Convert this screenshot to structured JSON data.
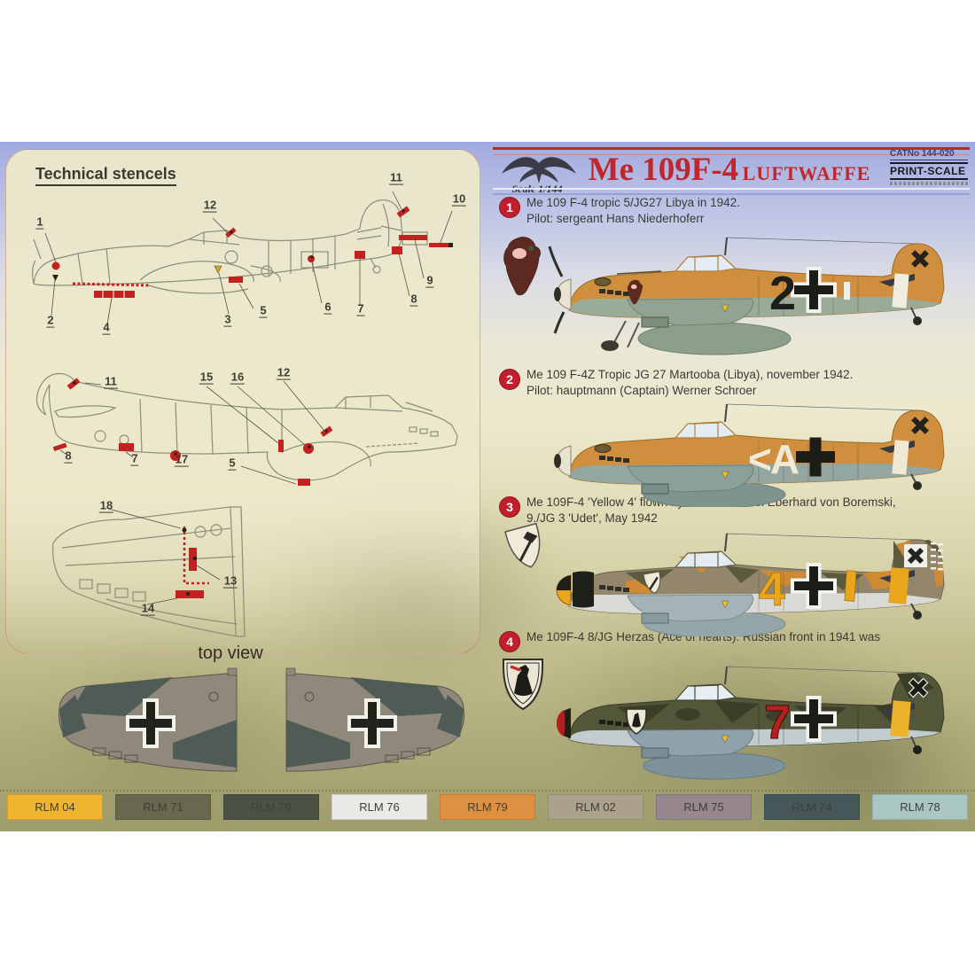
{
  "header": {
    "title": "Me 109F-4",
    "subtitle": "LUFTWAFFE",
    "scale_label": "Scale 1/144",
    "cat_no": "CATNo 144-020",
    "brand": "PRINT-SCALE",
    "title_color": "#C0262C"
  },
  "stencils": {
    "title": "Technical stencels",
    "top_view_label": "top view",
    "view1": {
      "callouts": [
        "1",
        "2",
        "3",
        "4",
        "5",
        "6",
        "7",
        "8",
        "9",
        "10",
        "11",
        "12"
      ]
    },
    "view2": {
      "callouts": [
        "5",
        "7",
        "8",
        "11",
        "12",
        "15",
        "16",
        "17"
      ]
    },
    "view3": {
      "callouts": [
        "13",
        "14",
        "18"
      ]
    }
  },
  "entries": [
    {
      "num": "1",
      "line1": "Me 109 F-4 tropic 5/JG27 Libya in 1942.",
      "line2": "Pilot: sergeant Hans Niederhoferr"
    },
    {
      "num": "2",
      "line1": "Me 109 F-4Z Tropic JG 27 Martooba (Libya), november 1942.",
      "line2": "Pilot: hauptmann (Captain) Werner Schroer"
    },
    {
      "num": "3",
      "line1": "Me 109F-4 'Yellow 4' flown by Oberfeldwebel Eberhard von Boremski,",
      "line2": "9./JG 3 'Udet', May 1942"
    },
    {
      "num": "4",
      "line1": "Me 109F-4 8/JG Herzas (Ace of hearts). Russian front in 1941 was",
      "line2": ""
    }
  ],
  "aircraft": [
    {
      "code": "2",
      "code_color": "#1D1D1B",
      "upper": "#CF8F3E",
      "under": "#9AAB98",
      "band": "#EFECE0"
    },
    {
      "code": "<A",
      "code_color": "#EFE9D6",
      "upper": "#CF8F3E",
      "under": "#93A6A1",
      "band": "#EFE8D4"
    },
    {
      "code": "4",
      "code_color": "#E9A61C",
      "upper": "#93866A",
      "under": "#D9D9D5",
      "band": "#E9A61C"
    },
    {
      "code": "7",
      "code_color": "#B5201D",
      "upper": "#54563A",
      "under": "#C2CCCE",
      "band": "#EDB32A"
    }
  ],
  "palette": [
    {
      "label": "RLM 04",
      "hex": "#F0B42E"
    },
    {
      "label": "RLM 71",
      "hex": "#68684F"
    },
    {
      "label": "RLM 70",
      "hex": "#4C5146"
    },
    {
      "label": "RLM 76",
      "hex": "#E9EAE5"
    },
    {
      "label": "RLM 79",
      "hex": "#DE9040"
    },
    {
      "label": "RLM 02",
      "hex": "#ACA28B"
    },
    {
      "label": "RLM 75",
      "hex": "#95878B"
    },
    {
      "label": "RLM 74",
      "hex": "#455759"
    },
    {
      "label": "RLM 78",
      "hex": "#A9C6C3"
    }
  ]
}
